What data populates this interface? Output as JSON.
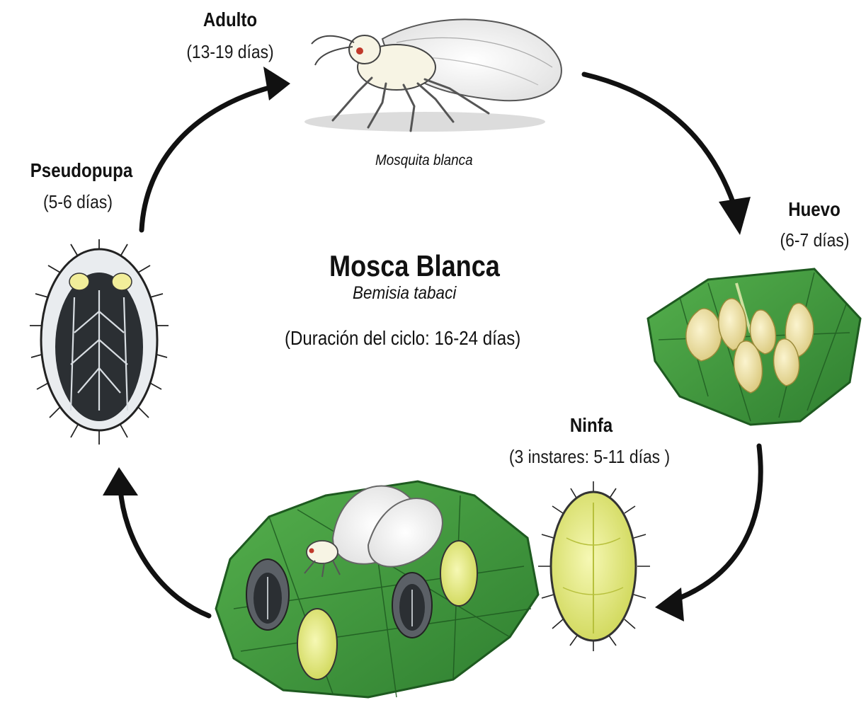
{
  "diagram": {
    "title": "Mosca Blanca",
    "species": "Bemisia tabaci",
    "cycle_duration": "(Duración del ciclo: 16-24 días)",
    "adult_caption": "Mosquita blanca",
    "stages": {
      "adulto": {
        "name": "Adulto",
        "duration": "(13-19 días)"
      },
      "huevo": {
        "name": "Huevo",
        "duration": "(6-7 días)"
      },
      "ninfa": {
        "name": "Ninfa",
        "duration": "(3 instares: 5-11 días )"
      },
      "pseudopupa": {
        "name": "Pseudopupa",
        "duration": "(5-6 días)"
      }
    }
  },
  "colors": {
    "leaf": "#3f9a3c",
    "leaf_dark": "#1e5a20",
    "egg": "#f3e7a6",
    "nymph": "#e9f07a",
    "pupa_body": "#2b2f33",
    "arrow": "#111111"
  },
  "icons": {
    "adult": "whitefly-adult-icon",
    "eggs": "egg-cluster-icon",
    "nymph": "nymph-icon",
    "pupa": "pseudopupa-icon",
    "leaf": "infested-leaf-icon"
  }
}
